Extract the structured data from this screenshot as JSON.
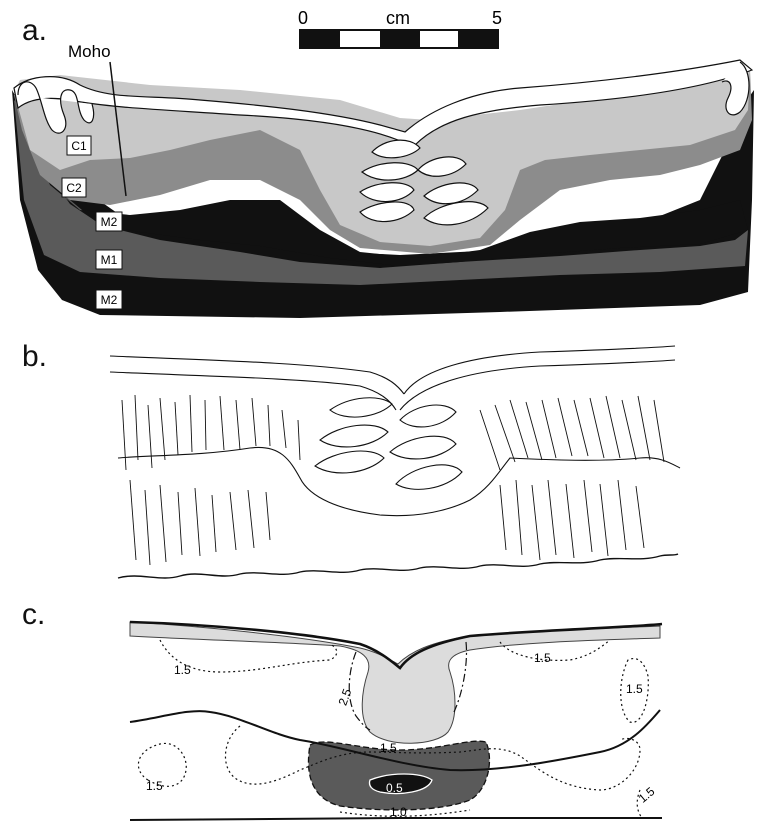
{
  "panels": {
    "a": "a.",
    "b": "b.",
    "c": "c."
  },
  "scale_bar": {
    "left_value": "0",
    "unit": "cm",
    "right_value": "5"
  },
  "panel_a": {
    "moho_label": "Moho",
    "layer_labels": [
      "C1",
      "C2",
      "M2",
      "M1",
      "M2"
    ]
  },
  "panel_c": {
    "contour_labels": [
      "1.5",
      "2.5",
      "1.5",
      "1.5",
      "1.5",
      "1.5",
      "0.5",
      "1.0",
      "1.5"
    ]
  },
  "colors": {
    "light_gray": "#c8c8c8",
    "mid_gray": "#8c8c8c",
    "dark_gray": "#5a5a5a",
    "black": "#111111",
    "pale": "#dcdcdc"
  }
}
